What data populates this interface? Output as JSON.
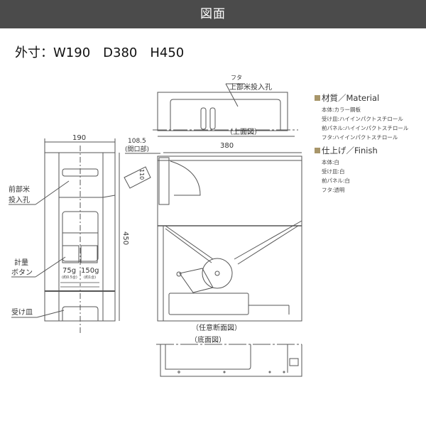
{
  "header": {
    "title": "図面"
  },
  "dimensions_text": "外寸：W190　D380　H450",
  "top_view": {
    "label_lid": "フタ",
    "label_top_inlet": "上部米投入孔",
    "caption": "（上面図）"
  },
  "front_view": {
    "width_dim": "190",
    "height_dim": "450",
    "label_front_inlet_1": "前部米",
    "label_front_inlet_2": "投入孔",
    "label_button_1": "計量",
    "label_button_2": "ボタン",
    "label_tray": "受け皿",
    "button_left": "75g",
    "button_left_sub": "(約0.5合)",
    "button_right": "150g",
    "button_right_sub": "(約1合)"
  },
  "section_view": {
    "opening_dim": "108.5",
    "opening_label": "(開口部)",
    "depth_dim": "380",
    "angle_dim": "110",
    "caption": "（任意断面図）"
  },
  "bottom_view": {
    "caption": "（底面図）"
  },
  "legend": {
    "material_title": "材質／Material",
    "material_items": [
      "本体:カラー鋼板",
      "受け皿:ハイインパクトスチロール",
      "前パネル:ハイインパクトスチロール",
      "フタ:ハイインパクトスチロール"
    ],
    "finish_title": "仕上げ／Finish",
    "finish_items": [
      "本体:白",
      "受け皿:白",
      "前パネル:白",
      "フタ:透明"
    ]
  },
  "colors": {
    "header_bg": "#4b4b4b",
    "legend_square": "#a8966a",
    "line": "#555555"
  }
}
